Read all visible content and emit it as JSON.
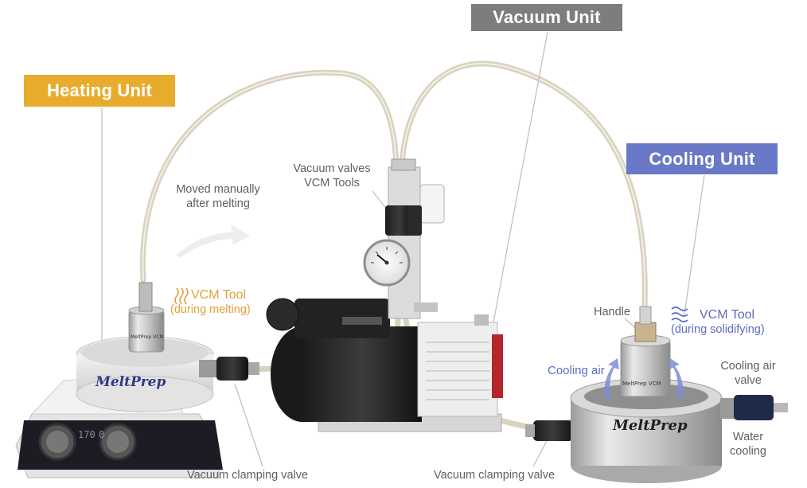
{
  "units": {
    "heating": "Heating Unit",
    "vacuum": "Vacuum Unit",
    "cooling": "Cooling Unit"
  },
  "labels": {
    "moved_line1": "Moved manually",
    "moved_line2": "after melting",
    "vacuum_valves_line1": "Vacuum valves",
    "vacuum_valves_line2": "VCM Tools",
    "vcm_tool_heat_title": "VCM Tool",
    "vcm_tool_heat_sub": "(during melting)",
    "handle": "Handle",
    "vcm_tool_cool_title": "VCM Tool",
    "vcm_tool_cool_sub": "(during solidifying)",
    "cooling_air": "Cooling air",
    "cooling_air_valve_line1": "Cooling air",
    "cooling_air_valve_line2": "valve",
    "water_line1": "Water",
    "water_line2": "cooling",
    "vacuum_clamp_left": "Vacuum clamping valve",
    "vacuum_clamp_right": "Vacuum clamping valve"
  },
  "brand": {
    "logo": "MeltPrep",
    "logo_tool": "MeltPrep VCM"
  },
  "display": {
    "temp": "170",
    "value2": "0"
  },
  "colors": {
    "heating": "#e8ac2c",
    "vacuum": "#7d7d7d",
    "cooling": "#6a78c8"
  }
}
